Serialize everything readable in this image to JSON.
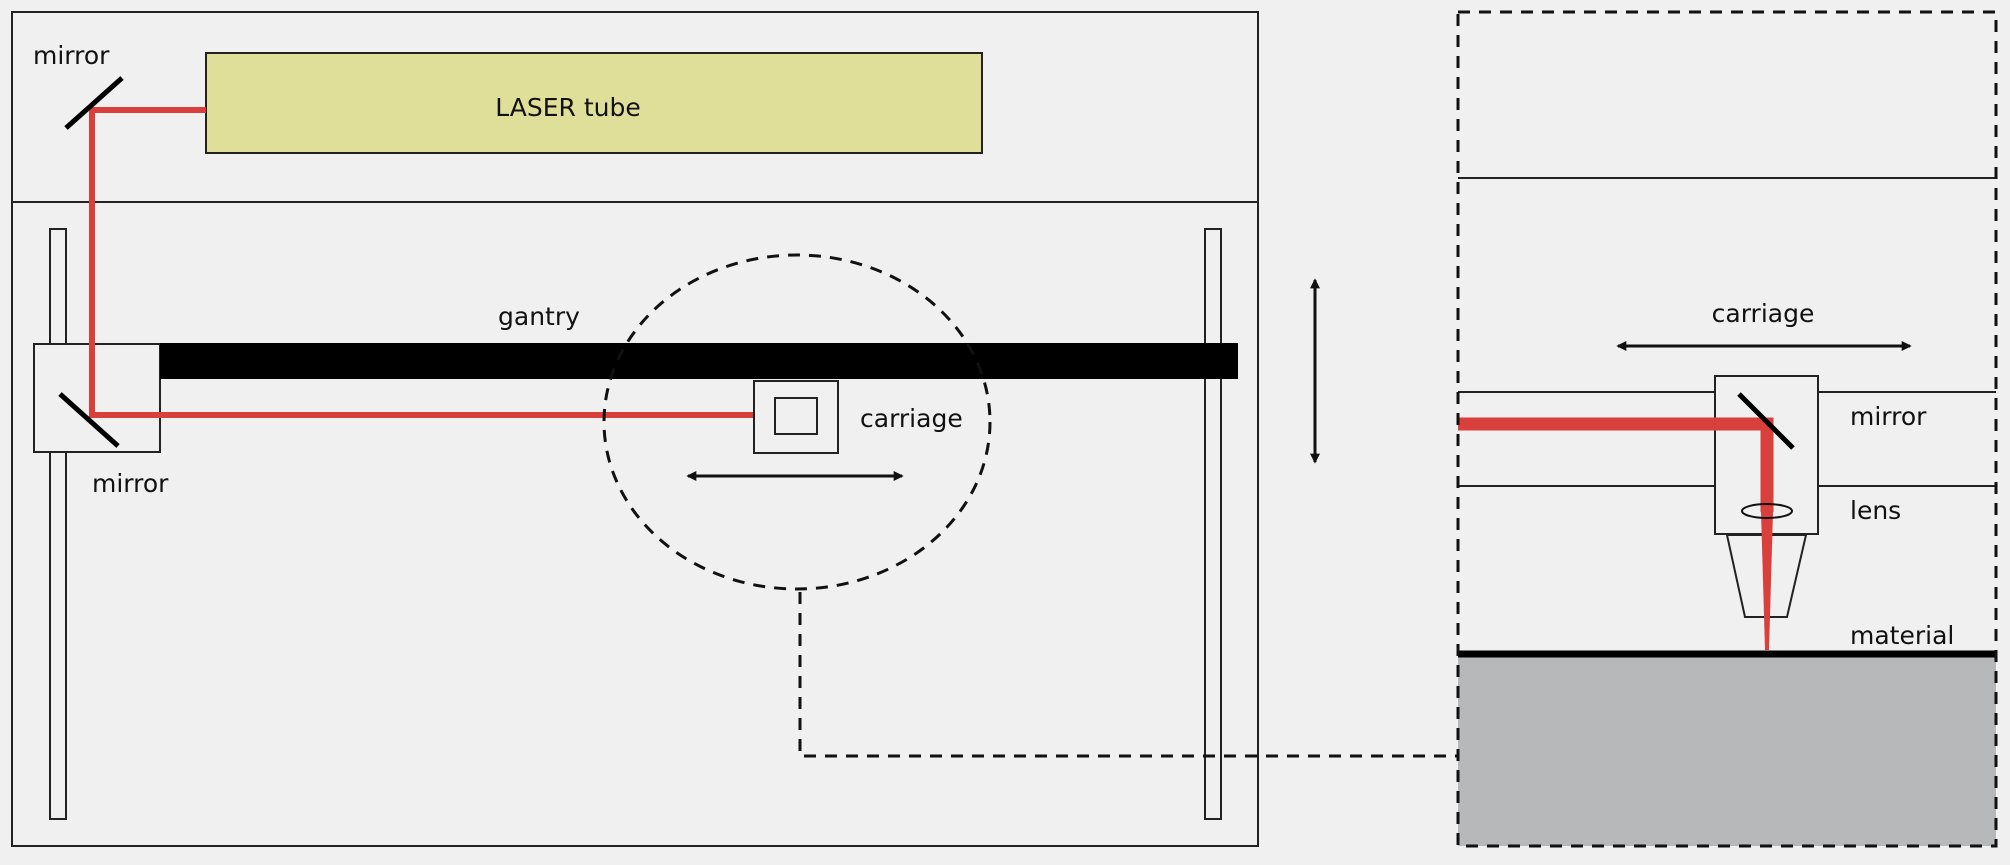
{
  "labels": {
    "laser_tube": "LASER tube",
    "mirror_top": "mirror",
    "mirror_gantry": "mirror",
    "gantry": "gantry",
    "carriage_main": "carriage",
    "carriage_detail": "carriage",
    "mirror_detail": "mirror",
    "lens_detail": "lens",
    "material_detail": "material"
  },
  "colors": {
    "background": "#f0f0f0",
    "laser_beam": "#d9403c",
    "laser_tube_fill": "#e0df9a",
    "material_fill": "#b6b8ba",
    "outline": "#222222"
  }
}
